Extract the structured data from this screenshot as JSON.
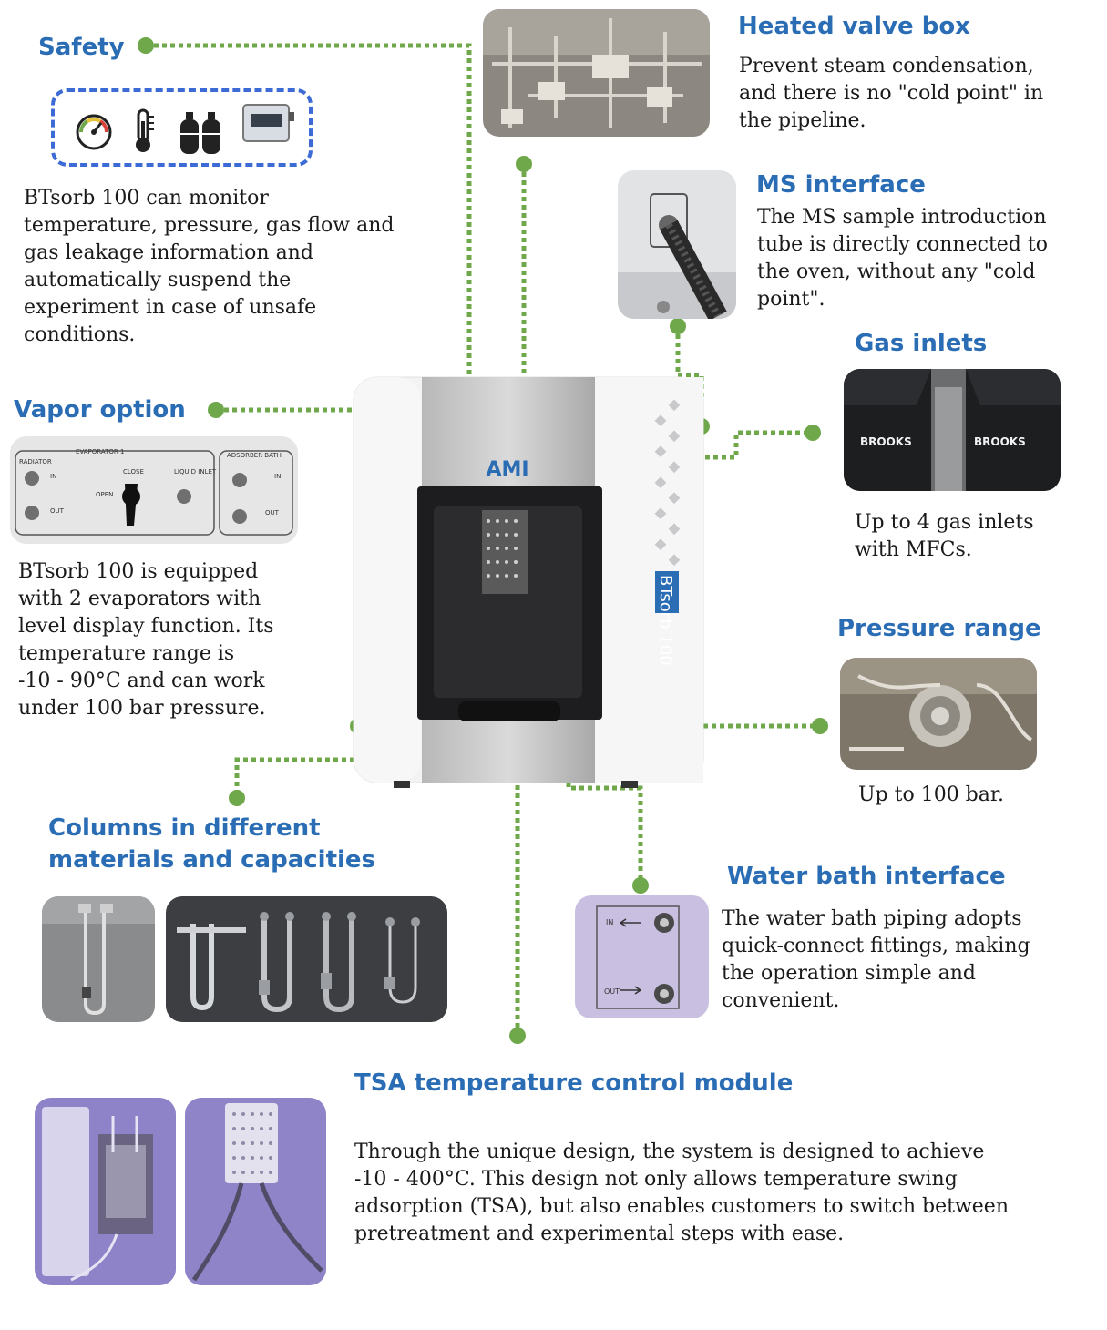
{
  "colors": {
    "accent": "#2a6db5",
    "connector": "#6ea84a",
    "icon_box": "#3d6bd6"
  },
  "machine": {
    "logo": "AMI",
    "model_label": "BTsorb 100"
  },
  "sections": {
    "safety": {
      "title": "Safety",
      "body": "BTsorb 100 can monitor\ntemperature, pressure, gas flow and\ngas leakage information and\nautomatically suspend the\nexperiment in case of unsafe\nconditions.",
      "icons": [
        "pressure-gauge-icon",
        "thermometer-icon",
        "gas-cylinders-icon",
        "leak-detector-icon"
      ]
    },
    "heated_valve_box": {
      "title": "Heated valve box",
      "body": "Prevent steam condensation,\nand there is no \"cold point\" in\nthe pipeline."
    },
    "ms_interface": {
      "title": "MS interface",
      "body": "The MS sample introduction\ntube is directly connected to\nthe oven, without any \"cold\npoint\"."
    },
    "gas_inlets": {
      "title": "Gas inlets",
      "body": "Up to 4 gas inlets\nwith MFCs.",
      "photo_label": "BROOKS"
    },
    "vapor_option": {
      "title": "Vapor option",
      "body": "BTsorb 100 is equipped\nwith 2 evaporators with\nlevel display function. Its\ntemperature range is\n-10 - 90°C and can work\nunder 100 bar pressure.",
      "panel": {
        "evaporator": "EVAPORATOR 1",
        "bath": "ADSORBER BATH",
        "radiator": "RADIATOR",
        "in": "IN",
        "out": "OUT",
        "close": "CLOSE",
        "open": "OPEN",
        "liquid_inlet": "LIQUID INLET"
      }
    },
    "pressure_range": {
      "title": "Pressure range",
      "body": "Up to 100 bar."
    },
    "columns": {
      "title": "Columns in different\nmaterials and capacities"
    },
    "water_bath": {
      "title": "Water bath interface",
      "body": "The water bath piping adopts\nquick-connect fittings, making\nthe operation simple and\nconvenient.",
      "in_label": "IN",
      "out_label": "OUT"
    },
    "tsa": {
      "title": "TSA temperature control module",
      "body": "Through the unique design, the system is designed to achieve\n -10 - 400°C. This design not only allows temperature swing\nadsorption (TSA), but also enables customers to switch between\npretreatment and experimental steps with ease."
    }
  }
}
